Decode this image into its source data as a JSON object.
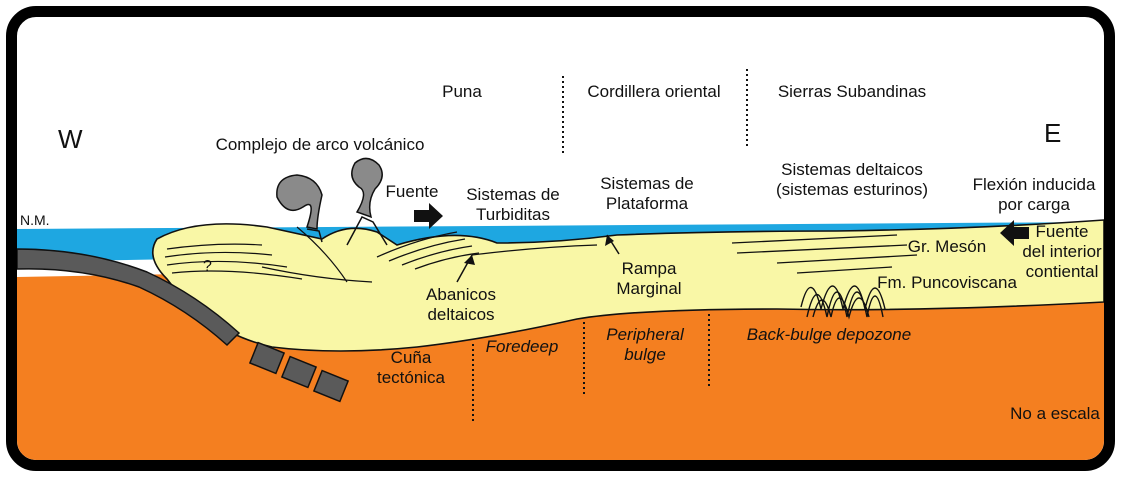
{
  "regions": {
    "puna": "Puna",
    "cordillera": "Cordillera oriental",
    "sierras": "Sierras Subandinas"
  },
  "west": "W",
  "east": "E",
  "sea_level": "N.M.",
  "volcanic_arc": "Complejo de arco volcánico",
  "source_arrow": "Fuente",
  "turbidites": [
    "Sistemas de",
    "Turbiditas"
  ],
  "platform": [
    "Sistemas de",
    "Plataforma"
  ],
  "deltaic_systems": [
    "Sistemas deltaicos",
    "(sistemas esturinos)"
  ],
  "flexion": [
    "Flexión inducida",
    "por carga"
  ],
  "question": "?",
  "deltaic_fans": [
    "Abanicos",
    "deltaicos"
  ],
  "marginal_ramp": [
    "Rampa",
    "Marginal"
  ],
  "gr_meson": "Gr. Mesón",
  "interior_source": [
    "Fuente",
    "del interior",
    "contiental"
  ],
  "fm_puncoviscana": "Fm. Puncoviscana",
  "wedge": [
    "Cuña",
    "tectónica"
  ],
  "zones": {
    "foredeep": "Foredeep",
    "bulge": [
      "Peripheral",
      "bulge"
    ],
    "backbulge": "Back-bulge depozone"
  },
  "scale_note": "No a escala",
  "colors": {
    "sea": "#1EA7E1",
    "sediment": "#F9F7A6",
    "crust": "#F47F20",
    "slab": "#5A5A5A",
    "volcano": "#8A8A8A"
  }
}
